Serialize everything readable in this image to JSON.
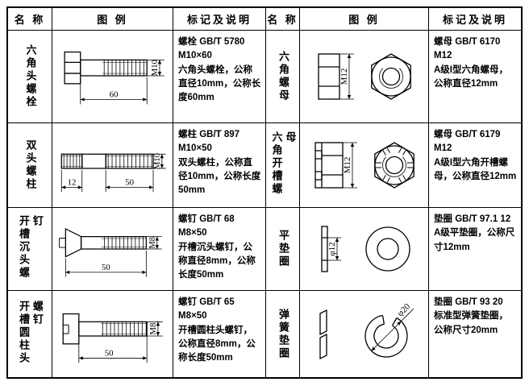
{
  "headers": {
    "name": "名 称",
    "legend": "图  例",
    "marking": "标记及说明"
  },
  "left_rows": [
    {
      "name": "六角头螺栓",
      "designation": "螺栓 GB/T 5780 M10×60",
      "description": "六角头螺栓，公称直径10mm，公称长度60mm",
      "dims": {
        "length": "60",
        "thread": "M10"
      }
    },
    {
      "name": "双头螺柱",
      "designation": "螺柱 GB/T 897 M10×50",
      "description": "双头螺柱，公称直径10mm，公称长度50mm",
      "dims": {
        "d1": "12",
        "length": "50",
        "thread": "M10"
      }
    },
    {
      "name": "开槽沉头螺钉",
      "designation": "螺钉 GB/T 68 M8×50",
      "description": "开槽沉头螺钉，公称直径8mm，公称长度50mm",
      "dims": {
        "length": "50",
        "thread": "M8"
      }
    },
    {
      "name": "开槽圆柱头螺钉",
      "designation": "螺钉 GB/T 65 M8×50",
      "description": "开槽圆柱头螺钉，公称直径8mm，公称长度50mm",
      "dims": {
        "length": "50",
        "thread": "M8"
      }
    }
  ],
  "right_rows": [
    {
      "name": "六角螺母",
      "designation": "螺母 GB/T 6170 M12",
      "description": "A级I型六角螺母，公称直径12mm",
      "dims": {
        "thread": "M12"
      }
    },
    {
      "name": "六角开槽螺母",
      "designation": "螺母 GB/T 6179 M12",
      "description": "A级I型六角开槽螺母，公称直径12mm",
      "dims": {
        "thread": "M12"
      }
    },
    {
      "name": "平垫圈",
      "designation": "垫圈 GB/T 97.1 12",
      "description": "A级平垫圈，公称尺寸12mm",
      "dims": {
        "diameter": "φ12"
      }
    },
    {
      "name": "弹簧垫圈",
      "designation": "垫圈 GB/T 93 20",
      "description": "标准型弹簧垫圈，公称尺寸20mm",
      "dims": {
        "diameter": "φ20"
      }
    }
  ]
}
